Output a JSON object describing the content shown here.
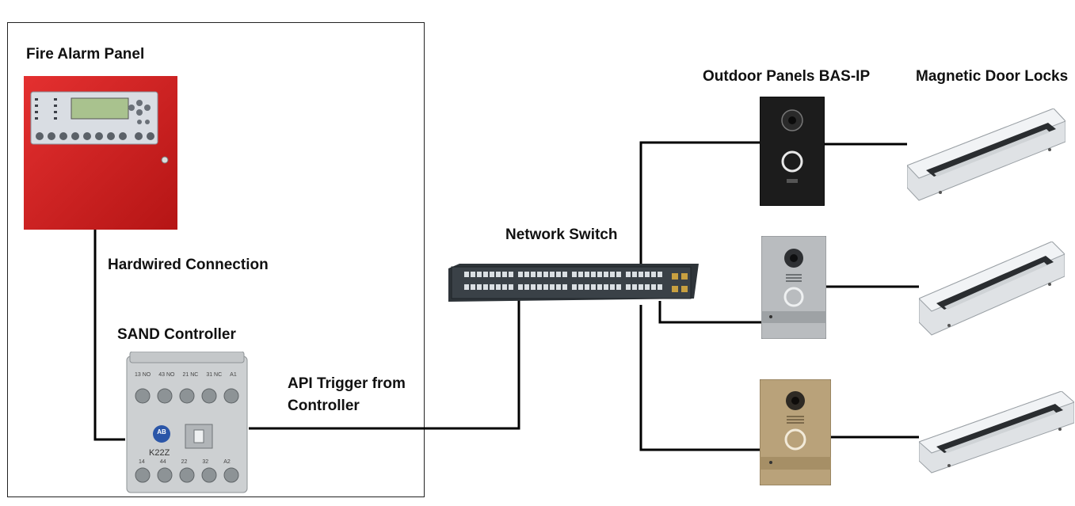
{
  "labels": {
    "fire_alarm_panel": "Fire Alarm Panel",
    "hardwired_connection": "Hardwired Connection",
    "sand_controller": "SAND Controller",
    "api_trigger_line1": "API Trigger from",
    "api_trigger_line2": "Controller",
    "network_switch": "Network Switch",
    "outdoor_panels": "Outdoor Panels BAS-IP",
    "magnetic_door_locks": "Magnetic Door Locks"
  },
  "device_text": {
    "relay_model": "K22Z",
    "relay_brand": "AB",
    "relay_terminals_top": [
      "13 NO",
      "43 NO",
      "21 NC",
      "31 NC",
      "A1"
    ],
    "relay_terminals_bottom": [
      "14",
      "44",
      "22",
      "32",
      "A2"
    ]
  },
  "colors": {
    "fire_panel_red": "#d11f1f",
    "panel_black": "#1c1c1c",
    "panel_silver": "#b9bcbf",
    "panel_gold": "#b9a27a",
    "wire": "#000000"
  }
}
